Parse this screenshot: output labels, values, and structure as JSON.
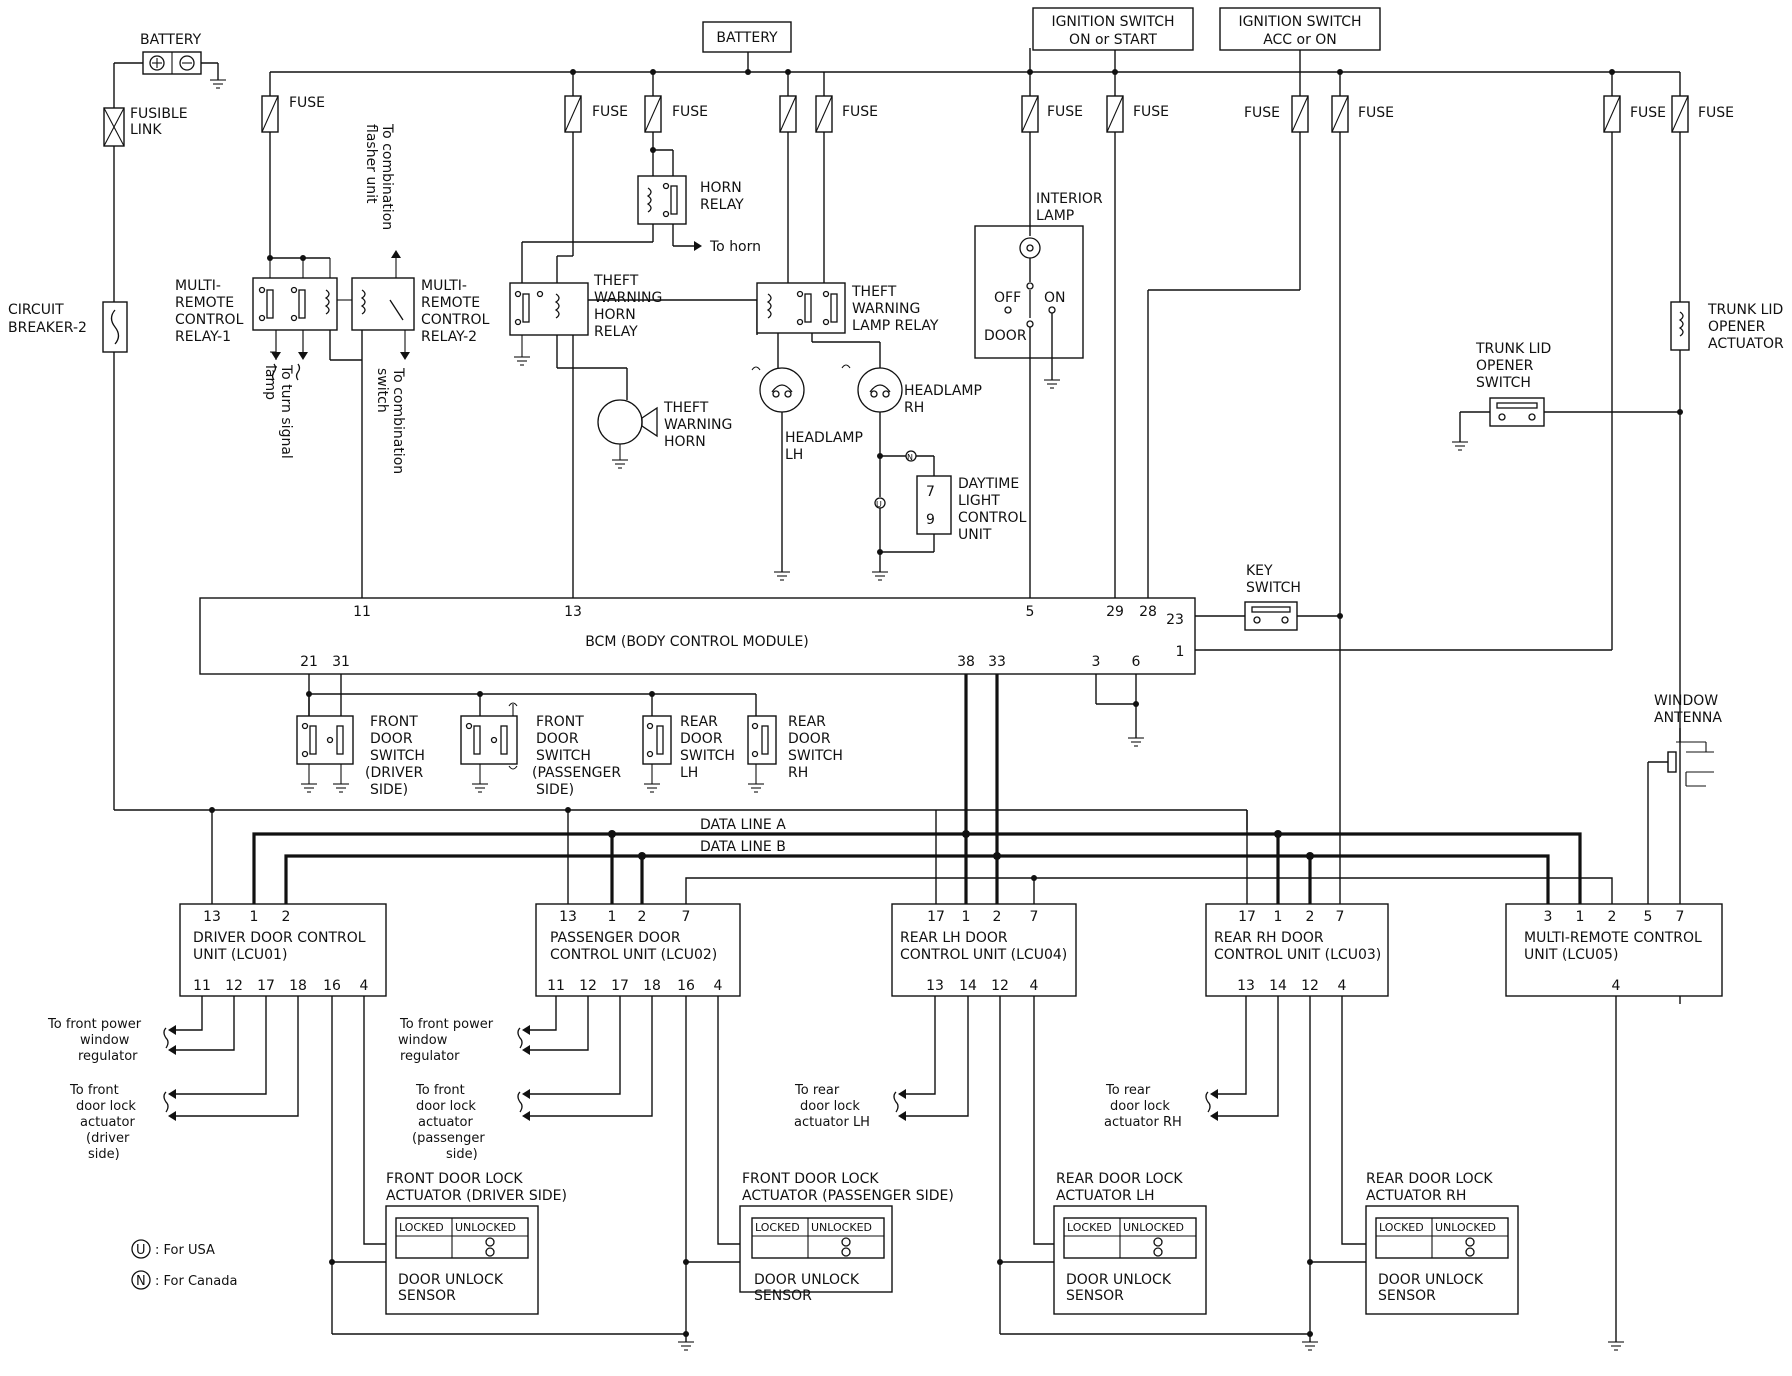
{
  "labels": {
    "battery_small": "BATTERY",
    "battery_top": "BATTERY",
    "ign_on_start_1": "IGNITION SWITCH",
    "ign_on_start_2": "ON or START",
    "ign_acc_on_1": "IGNITION SWITCH",
    "ign_acc_on_2": "ACC or ON",
    "fuse": "FUSE",
    "fusible_link_1": "FUSIBLE",
    "fusible_link_2": "LINK",
    "circuit_breaker_1": "CIRCUIT",
    "circuit_breaker_2": "BREAKER-2",
    "mrc_relay1": [
      "MULTI-",
      "REMOTE",
      "CONTROL",
      "RELAY-1"
    ],
    "mrc_relay2": [
      "MULTI-",
      "REMOTE",
      "CONTROL",
      "RELAY-2"
    ],
    "to_flasher": [
      "To combination",
      "flasher unit"
    ],
    "to_turn_signal": [
      "To turn signal",
      "lamp"
    ],
    "to_comb_switch": [
      "To combination",
      "switch"
    ],
    "horn_relay": [
      "HORN",
      "RELAY"
    ],
    "to_horn": "To horn",
    "theft_horn_relay": [
      "THEFT",
      "WARNING",
      "HORN",
      "RELAY"
    ],
    "theft_lamp_relay": [
      "THEFT",
      "WARNING",
      "LAMP RELAY"
    ],
    "theft_horn": [
      "THEFT",
      "WARNING",
      "HORN"
    ],
    "headlamp_lh": [
      "HEADLAMP",
      "LH"
    ],
    "headlamp_rh": [
      "HEADLAMP",
      "RH"
    ],
    "daytime": [
      "DAYTIME",
      "LIGHT",
      "CONTROL",
      "UNIT"
    ],
    "interior_lamp": [
      "INTERIOR",
      "LAMP"
    ],
    "off": "OFF",
    "on": "ON",
    "door": "DOOR",
    "trunk_switch": [
      "TRUNK LID",
      "OPENER",
      "SWITCH"
    ],
    "trunk_actuator": [
      "TRUNK LID",
      "OPENER",
      "ACTUATOR"
    ],
    "key_switch": [
      "KEY",
      "SWITCH"
    ],
    "bcm": "BCM (BODY CONTROL MODULE)",
    "window_antenna": [
      "WINDOW",
      "ANTENNA"
    ],
    "fds_driver": [
      "FRONT",
      "DOOR",
      "SWITCH",
      "(DRIVER",
      "SIDE)"
    ],
    "fds_pass": [
      "FRONT",
      "DOOR",
      "SWITCH",
      "(PASSENGER",
      "SIDE)"
    ],
    "rds_lh": [
      "REAR",
      "DOOR",
      "SWITCH",
      "LH"
    ],
    "rds_rh": [
      "REAR",
      "DOOR",
      "SWITCH",
      "RH"
    ],
    "data_line_a": "DATA LINE A",
    "data_line_b": "DATA LINE B",
    "lcu01": [
      "DRIVER DOOR CONTROL",
      "UNIT (LCU01)"
    ],
    "lcu02": [
      "PASSENGER DOOR",
      "CONTROL UNIT (LCU02)"
    ],
    "lcu04": [
      "REAR LH DOOR",
      "CONTROL UNIT (LCU04)"
    ],
    "lcu03": [
      "REAR RH DOOR",
      "CONTROL UNIT (LCU03)"
    ],
    "lcu05": [
      "MULTI-REMOTE CONTROL",
      "UNIT (LCU05)"
    ],
    "to_fpw_1": [
      "To front power",
      "window",
      "regulator"
    ],
    "to_fdl_1": [
      "To front",
      "door lock",
      "actuator",
      "(driver",
      "side)"
    ],
    "to_fpw_2": [
      "To front power",
      "window",
      "regulator"
    ],
    "to_fdl_2": [
      "To front",
      "door lock",
      "actuator",
      "(passenger",
      "side)"
    ],
    "to_rdl_lh": [
      "To rear",
      "door lock",
      "actuator LH"
    ],
    "to_rdl_rh": [
      "To rear",
      "door lock",
      "actuator RH"
    ],
    "fdla_driver": [
      "FRONT DOOR LOCK",
      "ACTUATOR (DRIVER SIDE)"
    ],
    "fdla_pass": [
      "FRONT DOOR LOCK",
      "ACTUATOR (PASSENGER SIDE)"
    ],
    "rdla_lh": [
      "REAR DOOR LOCK",
      "ACTUATOR LH"
    ],
    "rdla_rh": [
      "REAR DOOR LOCK",
      "ACTUATOR RH"
    ],
    "locked": "LOCKED",
    "unlocked": "UNLOCKED",
    "sensor": [
      "DOOR UNLOCK",
      "SENSOR"
    ],
    "legend_u_sym": "U",
    "legend_u": ": For USA",
    "legend_n_sym": "N",
    "legend_n": ": For Canada"
  },
  "pins": {
    "bcm_top": [
      "11",
      "13",
      "5",
      "29",
      "28",
      "23"
    ],
    "bcm_right": [
      "1"
    ],
    "bcm_bottom": [
      "21",
      "31",
      "38",
      "33",
      "3",
      "6"
    ],
    "daytime": [
      "7",
      "9"
    ],
    "lcu01_top": [
      "13",
      "1",
      "2"
    ],
    "lcu01_bottom": [
      "11",
      "12",
      "17",
      "18",
      "16",
      "4"
    ],
    "lcu02_top": [
      "13",
      "1",
      "2",
      "7"
    ],
    "lcu02_bottom": [
      "11",
      "12",
      "17",
      "18",
      "16",
      "4"
    ],
    "lcu04_top": [
      "17",
      "1",
      "2",
      "7"
    ],
    "lcu04_bottom": [
      "13",
      "14",
      "12",
      "4"
    ],
    "lcu03_top": [
      "17",
      "1",
      "2",
      "7"
    ],
    "lcu03_bottom": [
      "13",
      "14",
      "12",
      "4"
    ],
    "lcu05_top": [
      "3",
      "1",
      "2",
      "5",
      "7"
    ],
    "lcu05_bottom": [
      "4"
    ]
  },
  "symbols": {
    "fuse": "fuse-icon",
    "ground": "ground-icon",
    "relay": "relay-icon",
    "lamp": "lamp-icon",
    "horn": "horn-icon",
    "battery": "battery-icon",
    "switch": "switch-icon"
  }
}
